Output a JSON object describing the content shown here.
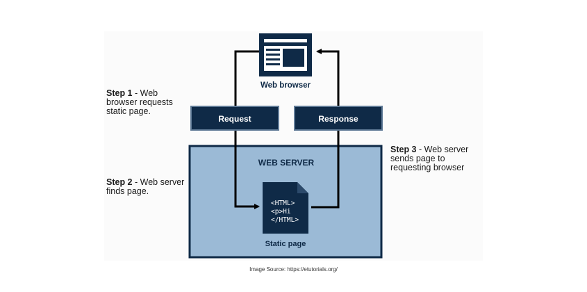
{
  "colors": {
    "navy": "#0f2a47",
    "server_fill": "#9bbad6",
    "server_border": "#0f2a47",
    "arrow": "#000000"
  },
  "diagram": {
    "browser_label": "Web browser",
    "request_label": "Request",
    "response_label": "Response",
    "server_label": "WEB SERVER",
    "static_label": "Static page",
    "code_lines": [
      "<HTML>",
      "<p>Hi",
      "</HTML>"
    ]
  },
  "steps": [
    {
      "num": "Step 1",
      "sep": " - ",
      "text": "Web browser requests static page."
    },
    {
      "num": "Step 2",
      "sep": " - ",
      "text": "Web server finds page."
    },
    {
      "num": "Step 3",
      "sep": " - ",
      "text": "Web server sends page to requesting browser"
    }
  ],
  "source": "Image Source: https://etutorials.org/"
}
